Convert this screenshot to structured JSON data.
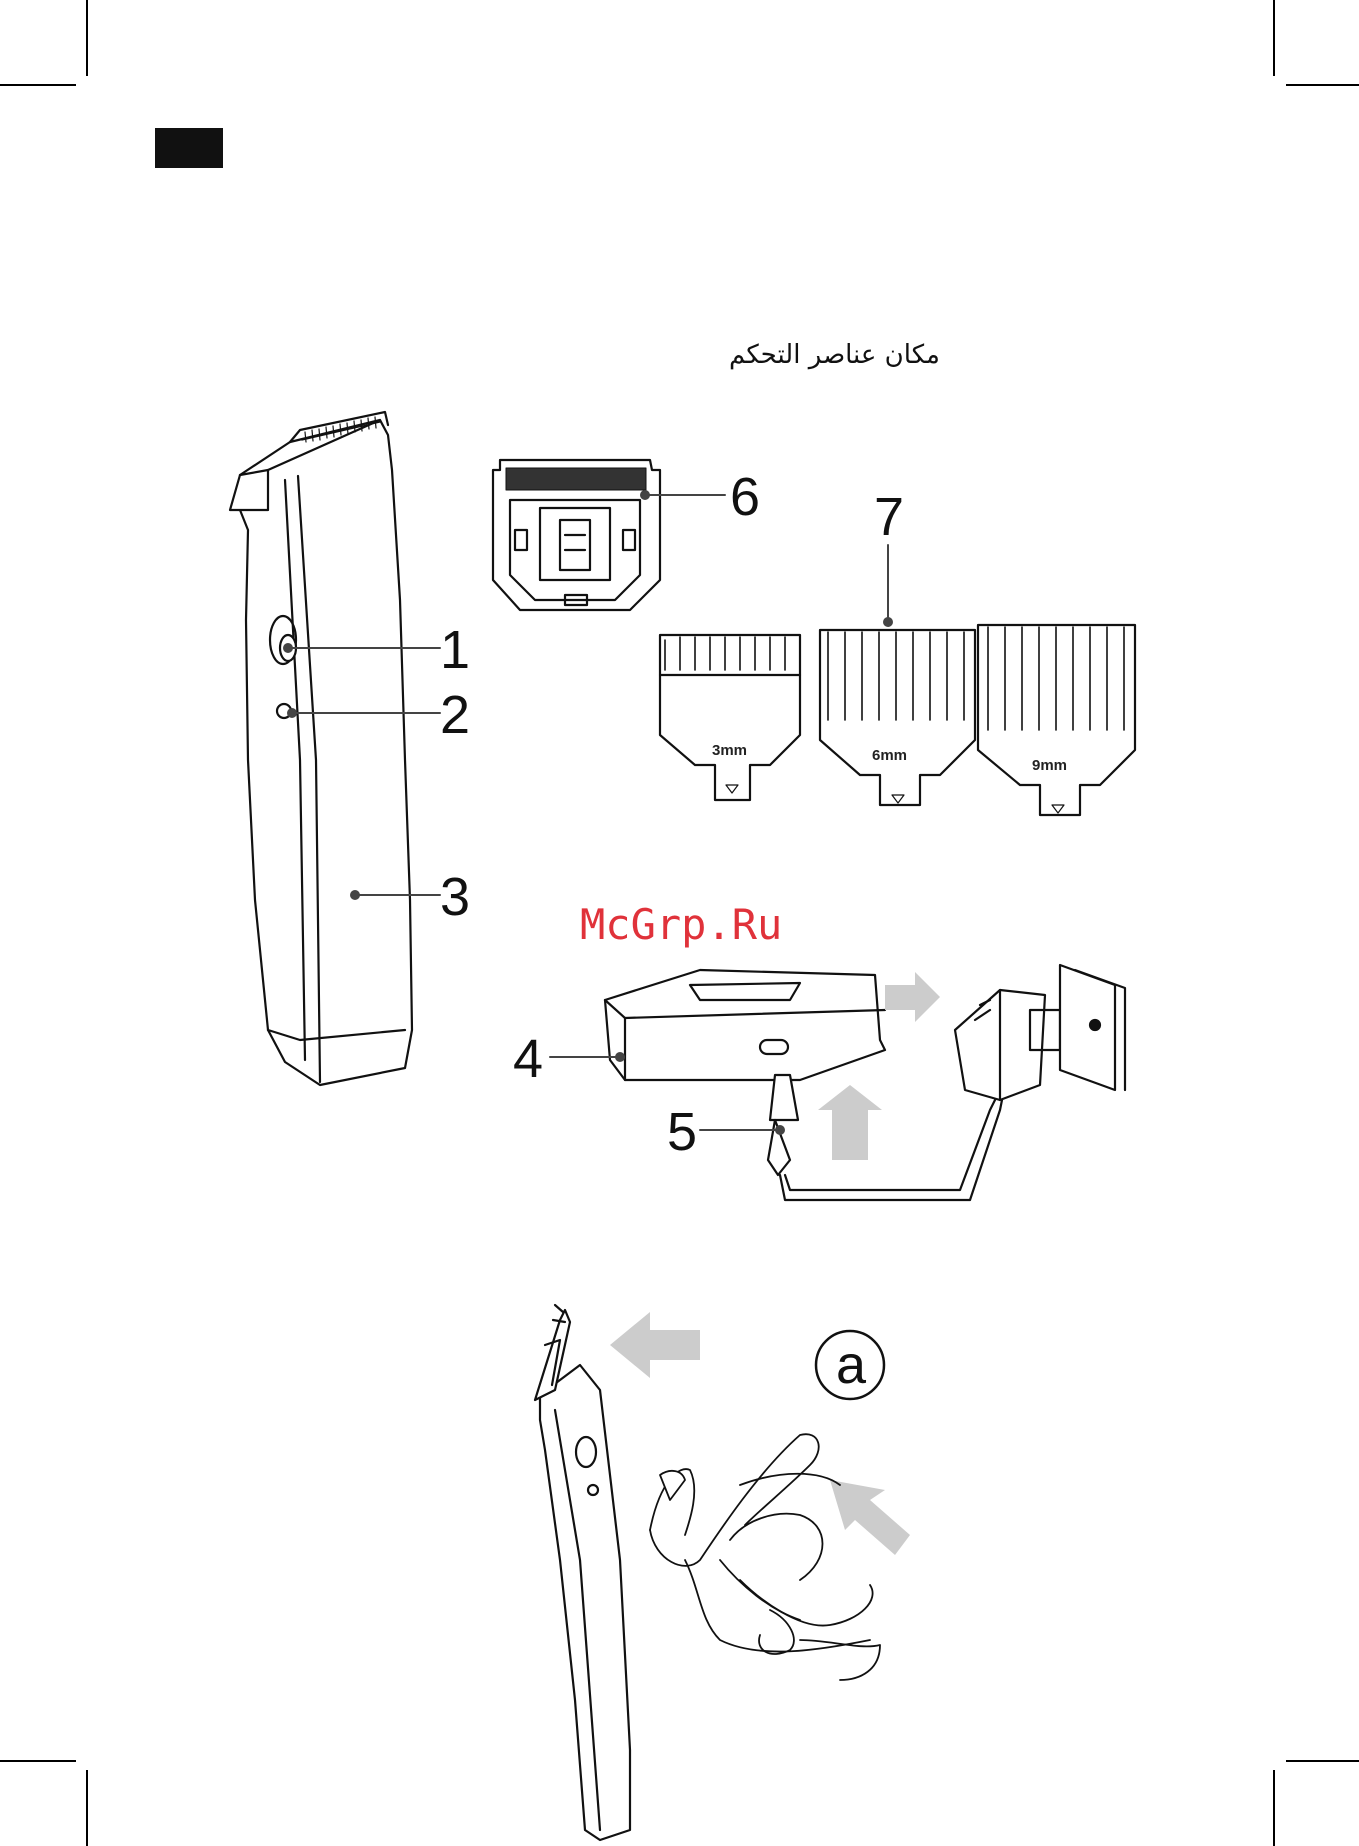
{
  "page": {
    "title": "مكان عناصر التحكم",
    "watermark": "McGrp.Ru"
  },
  "labels": {
    "l1": "1",
    "l2": "2",
    "l3": "3",
    "l4": "4",
    "l5": "5",
    "l6": "6",
    "l7": "7",
    "la": "a"
  },
  "combs": {
    "c3": "3mm",
    "c6": "6mm",
    "c9": "9mm"
  }
}
